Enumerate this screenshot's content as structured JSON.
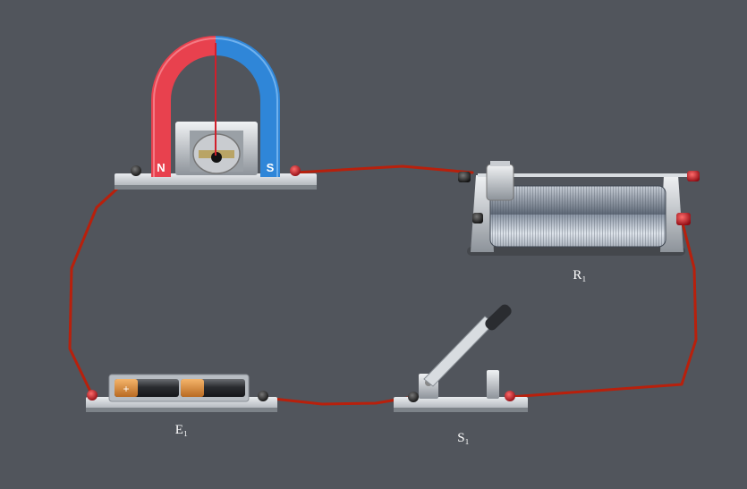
{
  "components": {
    "galvanometer": {
      "pole_north": "N",
      "pole_south": "S"
    },
    "rheostat": {
      "label": "R₁"
    },
    "switch": {
      "label": "S₁"
    },
    "battery": {
      "label": "E₁",
      "polarity_mark": "+"
    }
  },
  "colors": {
    "background": "#51555c",
    "wire": "#b8200c",
    "magnet_north": "#e8414e",
    "magnet_south": "#2f86d8",
    "terminal_red": "#c8102e",
    "terminal_black": "#222222"
  }
}
